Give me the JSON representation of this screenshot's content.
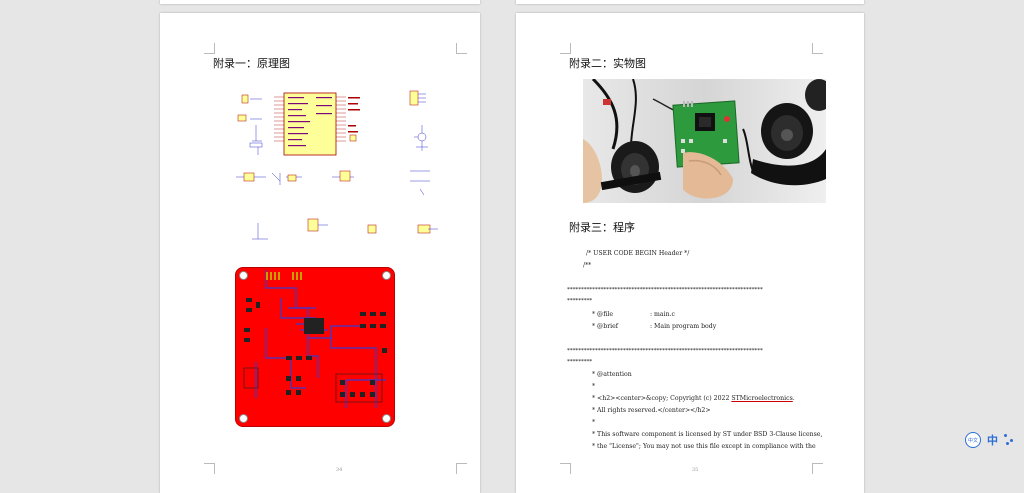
{
  "pages": [
    {
      "heading": "附录一：原理图",
      "page_number": "34"
    },
    {
      "heading_photo": "附录二：实物图",
      "heading_code": "附录三：程序",
      "page_number": "35",
      "code_lines": [
        "/* USER CODE BEGIN Header */",
        "/**",
        "**********************************************************************",
        "*********",
        "* @file",
        ": main.c",
        "* @brief",
        ": Main program body",
        "**********************************************************************",
        "*********",
        "* @attention",
        "*",
        "* <h2><center>&copy; Copyright (c) 2022",
        "STMicroelectronics",
        ".",
        "* All rights reserved.</center></h2>",
        "*",
        "* This software component is licensed by ST under BSD 3-Clause license,",
        "* the \"License\"; You may not use this file except in compliance with the"
      ]
    }
  ],
  "floating_toolbar": {
    "ring_label": "中文",
    "zh_label": "中",
    "icons": [
      "translate-ring-icon",
      "dots-icon"
    ]
  },
  "colors": {
    "pcb_red": "#ff0000",
    "trace_blue": "#3a3ad0",
    "mcu_yellow": "#ffff99",
    "accent_blue": "#2b6fd6"
  }
}
